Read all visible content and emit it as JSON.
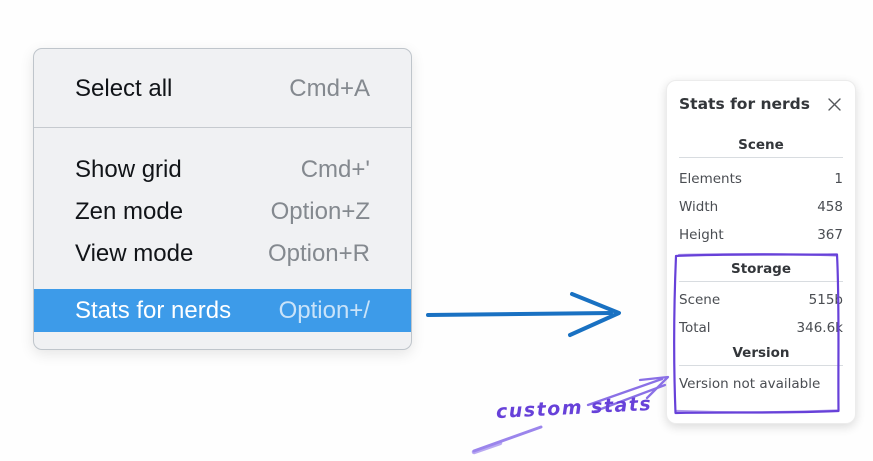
{
  "menu": {
    "items": [
      {
        "label": "Select all",
        "shortcut": "Cmd+A",
        "highlighted": false
      },
      {
        "label": "Show grid",
        "shortcut": "Cmd+'",
        "highlighted": false
      },
      {
        "label": "Zen mode",
        "shortcut": "Option+Z",
        "highlighted": false
      },
      {
        "label": "View mode",
        "shortcut": "Option+R",
        "highlighted": false
      },
      {
        "label": "Stats for nerds",
        "shortcut": "Option+/",
        "highlighted": true
      }
    ]
  },
  "panel": {
    "title": "Stats for nerds",
    "close_icon": "x-close-icon",
    "sections": [
      {
        "heading": "Scene",
        "rows": [
          {
            "label": "Elements",
            "value": "1"
          },
          {
            "label": "Width",
            "value": "458"
          },
          {
            "label": "Height",
            "value": "367"
          }
        ]
      },
      {
        "heading": "Storage",
        "rows": [
          {
            "label": "Scene",
            "value": "515b"
          },
          {
            "label": "Total",
            "value": "346.6k"
          }
        ]
      },
      {
        "heading": "Version",
        "note": "Version not available"
      }
    ]
  },
  "annotation": {
    "text": "custom stats"
  },
  "colors": {
    "menu_highlight": "#3d9be9",
    "arrow_blue": "#1971c2",
    "violet": "#6741d9",
    "violet_light": "#8a70e6"
  }
}
